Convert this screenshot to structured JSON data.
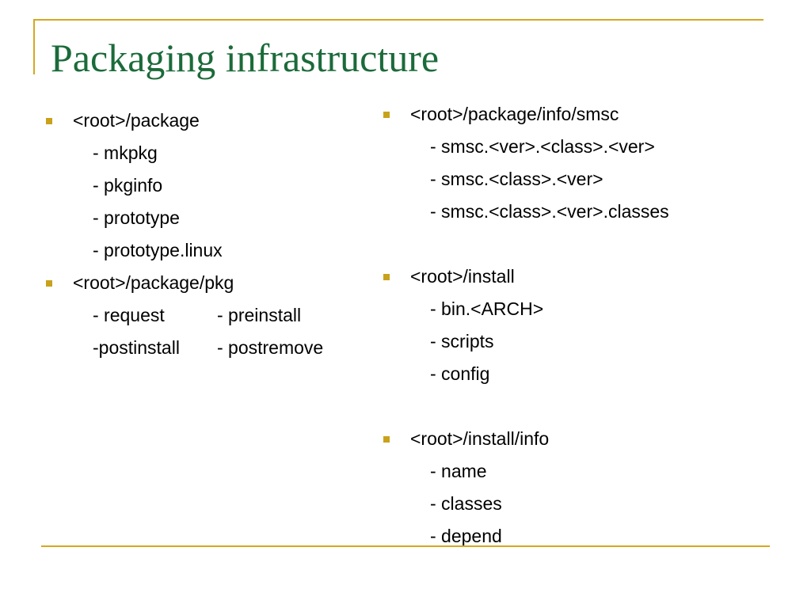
{
  "slide": {
    "title": "Packaging infrastructure",
    "left_column": {
      "sections": [
        {
          "heading": "<root>/package",
          "items": [
            "- mkpkg",
            "- pkginfo",
            "- prototype",
            "- prototype.linux"
          ]
        },
        {
          "heading": "<root>/package/pkg",
          "pairs": [
            [
              "- request",
              "- preinstall"
            ],
            [
              "-postinstall",
              "- postremove"
            ]
          ]
        }
      ]
    },
    "right_column": {
      "sections": [
        {
          "heading": "<root>/package/info/smsc",
          "items": [
            "- smsc.<ver>.<class>.<ver>",
            "- smsc.<class>.<ver>",
            "- smsc.<class>.<ver>.classes"
          ]
        },
        {
          "heading": "<root>/install",
          "items": [
            "- bin.<ARCH>",
            "- scripts",
            "- config"
          ]
        },
        {
          "heading": "<root>/install/info",
          "items": [
            "- name",
            "- classes",
            "- depend"
          ]
        }
      ]
    }
  },
  "colors": {
    "title": "#1b6b3a",
    "accent_rule": "#d4a820",
    "bullet": "#c9a21c",
    "text": "#000000"
  }
}
